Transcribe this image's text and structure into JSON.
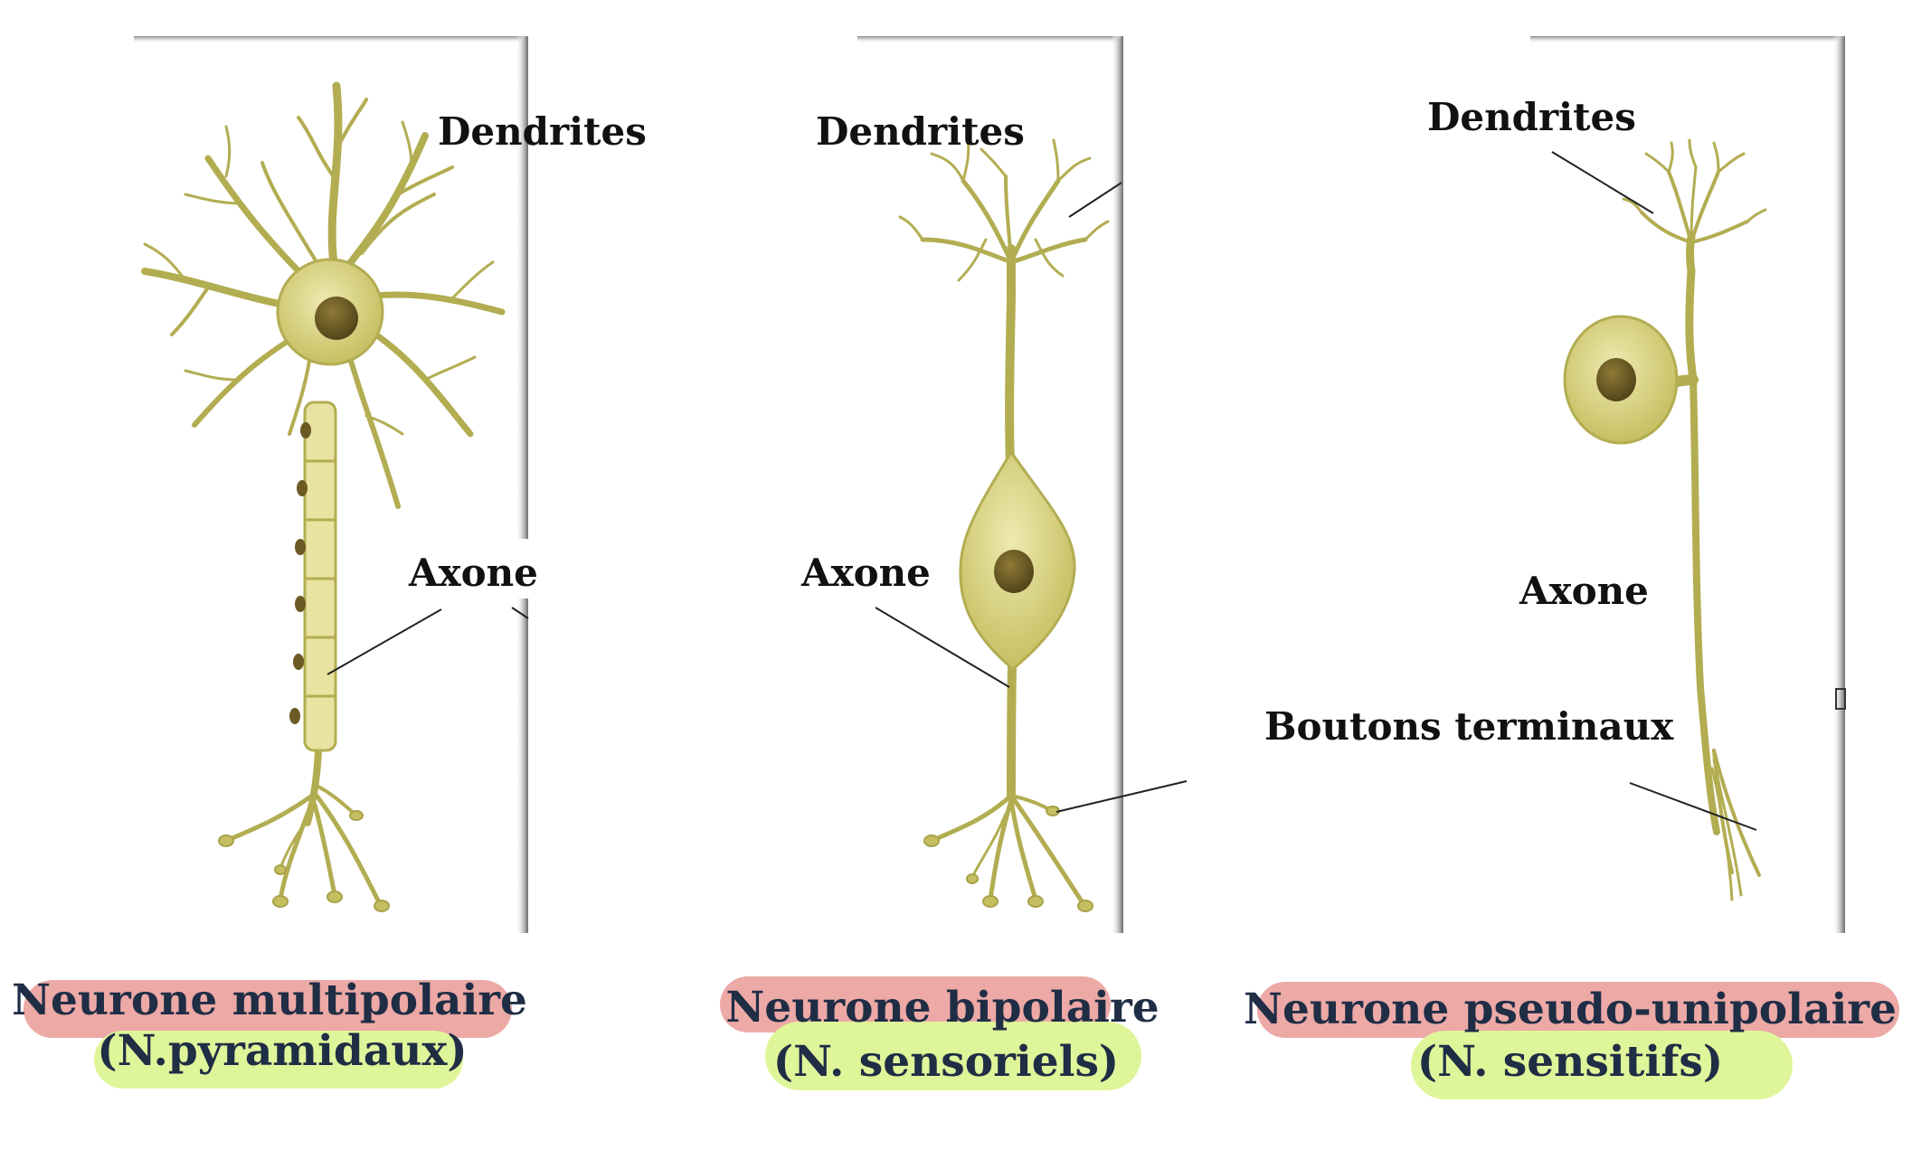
{
  "labels": {
    "dendrites": "Dendrites",
    "axone": "Axone",
    "boutons_terminaux": "Boutons terminaux"
  },
  "captions": {
    "multipolaire": {
      "type": "Neurone multipolaire",
      "example": "(N.pyramidaux)"
    },
    "bipolaire": {
      "type": "Neurone bipolaire",
      "example": "(N. sensoriels)"
    },
    "pseudo_unipolaire": {
      "type": "Neurone pseudo-unipolaire",
      "example": "(N. sensitifs)"
    }
  },
  "colors": {
    "neuron_fill": "#cfc97a",
    "neuron_stroke": "#a8a24a",
    "nucleus": "#6b5a24",
    "highlight_red": "#e99a96",
    "highlight_green": "#dff59a",
    "caption_text": "#1f2d45"
  }
}
